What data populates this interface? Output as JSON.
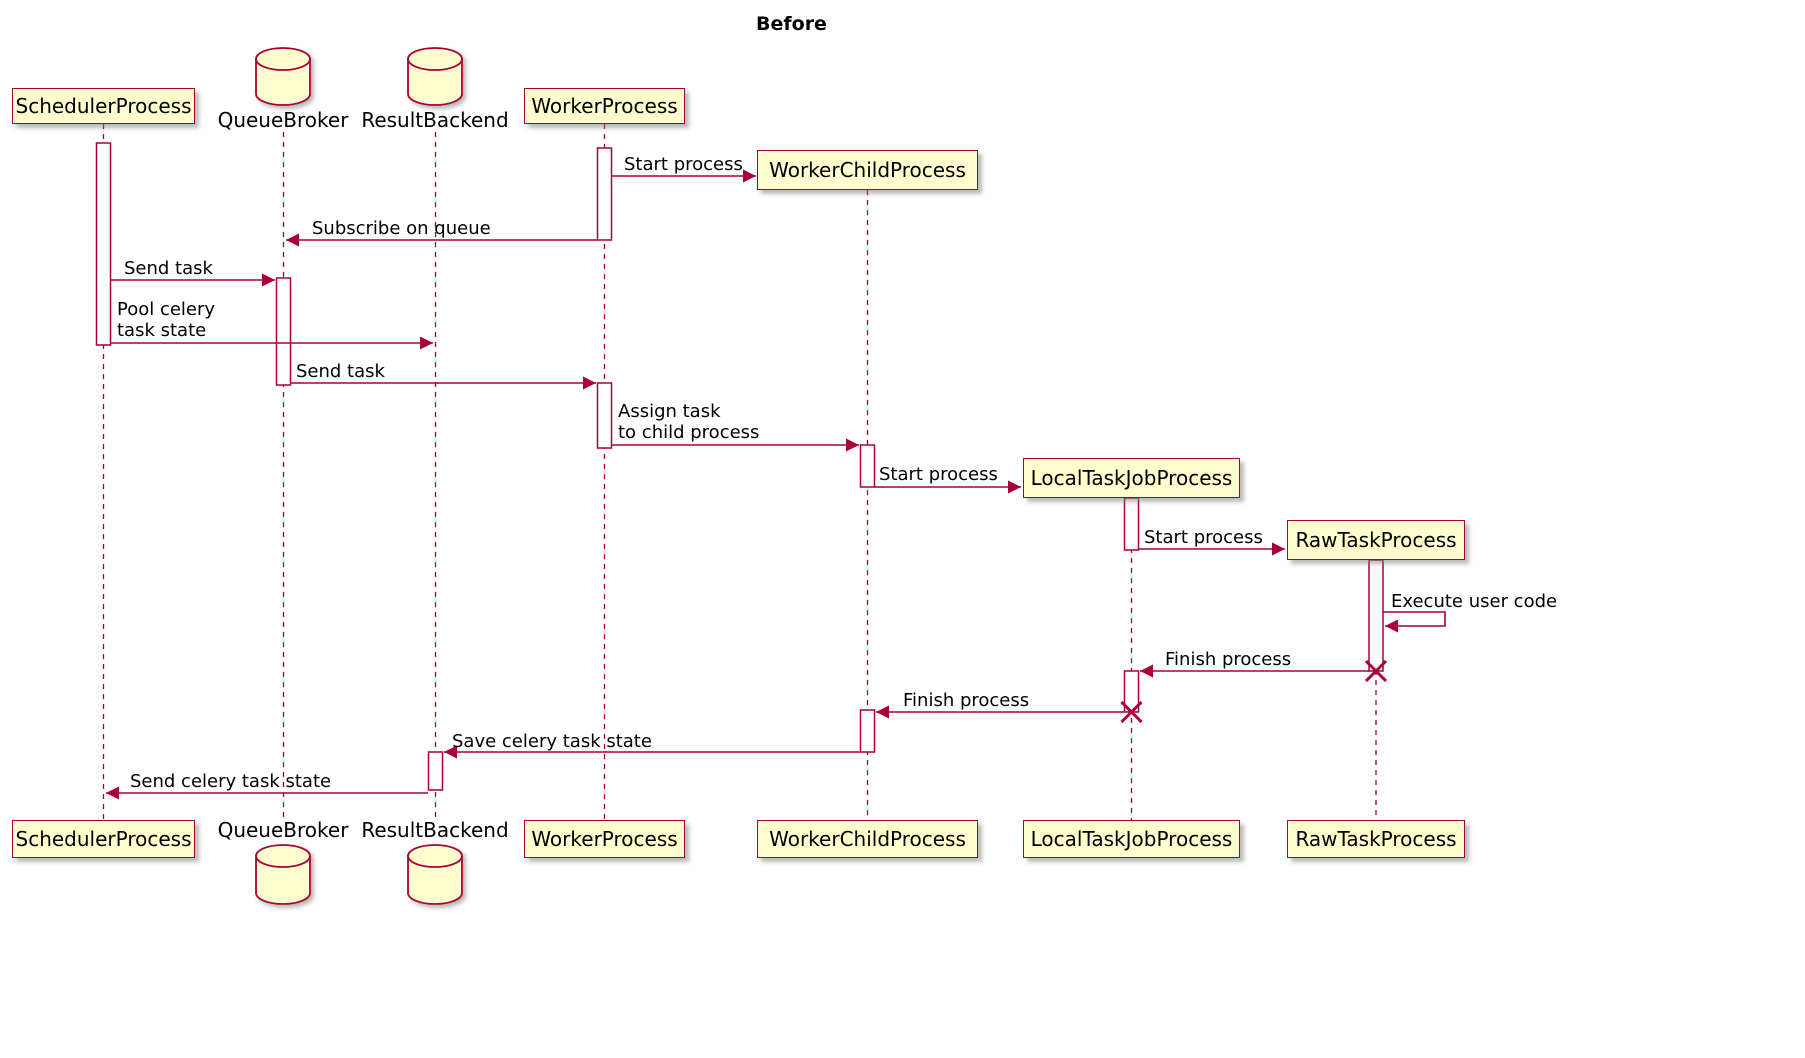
{
  "title": "Before",
  "colors": {
    "participant_fill": "#FEFECE",
    "border": "#A80036",
    "arrow": "#A80036",
    "lifeline": "#A80036",
    "text": "#000000",
    "activation_fill": "#FFFFFF"
  },
  "participants": {
    "scheduler": {
      "label": "SchedulerProcess",
      "type": "box"
    },
    "queue_broker": {
      "label": "QueueBroker",
      "type": "database"
    },
    "result_backend": {
      "label": "ResultBackend",
      "type": "database"
    },
    "worker": {
      "label": "WorkerProcess",
      "type": "box"
    },
    "worker_child": {
      "label": "WorkerChildProcess",
      "type": "box"
    },
    "local_task_job": {
      "label": "LocalTaskJobProcess",
      "type": "box"
    },
    "raw_task": {
      "label": "RawTaskProcess",
      "type": "box"
    }
  },
  "messages": {
    "start_worker_child": "Start process",
    "subscribe_on_queue": "Subscribe on queue",
    "send_task_to_broker": "Send task",
    "pool_celery_task_state": "Pool celery\ntask state",
    "send_task_to_worker": "Send task",
    "assign_task_to_child": "Assign task\nto child process",
    "start_local_task_job": "Start process",
    "start_raw_task": "Start process",
    "execute_user_code": "Execute user code",
    "finish_raw_task": "Finish process",
    "finish_local_task_job": "Finish process",
    "save_celery_task_state": "Save celery task state",
    "send_celery_task_state": "Send celery task state"
  }
}
